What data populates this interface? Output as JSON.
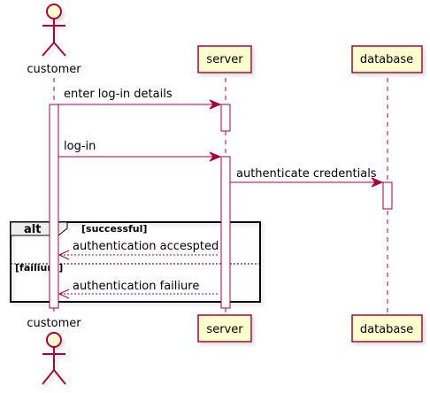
{
  "participants": {
    "customer": "customer",
    "server": "server",
    "database": "database"
  },
  "messages": [
    "enter log-in details",
    "log-in",
    "authenticate credentials",
    "authentication accespted",
    "authentication failiure"
  ],
  "alt_fragment": {
    "title": "alt",
    "guard_1": "[successful]",
    "guard_2": "[failiure]"
  },
  "colors": {
    "line": "#A80036",
    "participant_fill": "#FEFECE",
    "lifeline": "#A80036",
    "activation_fill": "#FFFFFF",
    "fragment_header": "#EEEEEE"
  }
}
